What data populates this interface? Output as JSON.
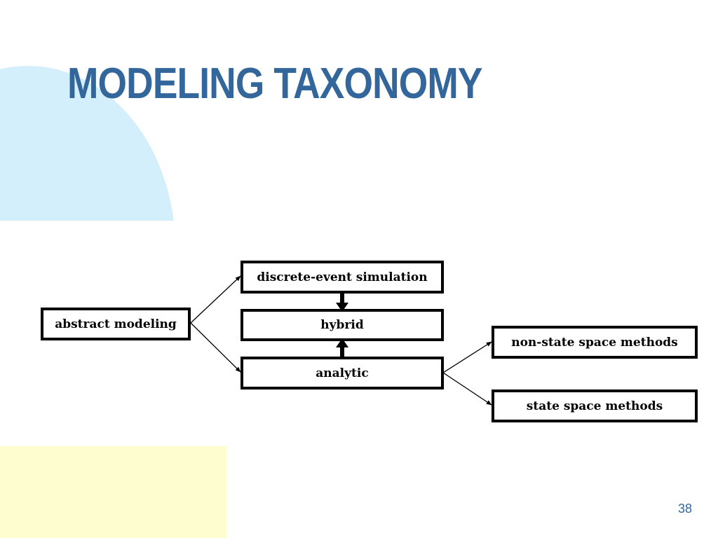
{
  "slide": {
    "title": "MODELING TAXONOMY",
    "page_number": "38"
  },
  "diagram": {
    "nodes": {
      "abstract_modeling": "abstract modeling",
      "discrete_event_simulation": "discrete-event simulation",
      "hybrid": "hybrid",
      "analytic": "analytic",
      "non_state_space_methods": "non-state space methods",
      "state_space_methods": "state space methods"
    },
    "edges": [
      {
        "from": "abstract_modeling",
        "to": "discrete_event_simulation"
      },
      {
        "from": "abstract_modeling",
        "to": "analytic"
      },
      {
        "from": "discrete_event_simulation",
        "to": "hybrid"
      },
      {
        "from": "analytic",
        "to": "hybrid"
      },
      {
        "from": "analytic",
        "to": "non_state_space_methods"
      },
      {
        "from": "analytic",
        "to": "state_space_methods"
      }
    ]
  },
  "colors": {
    "title": "#33669a",
    "decor_blue": "#d3effc",
    "decor_yellow": "#fefdd0"
  }
}
